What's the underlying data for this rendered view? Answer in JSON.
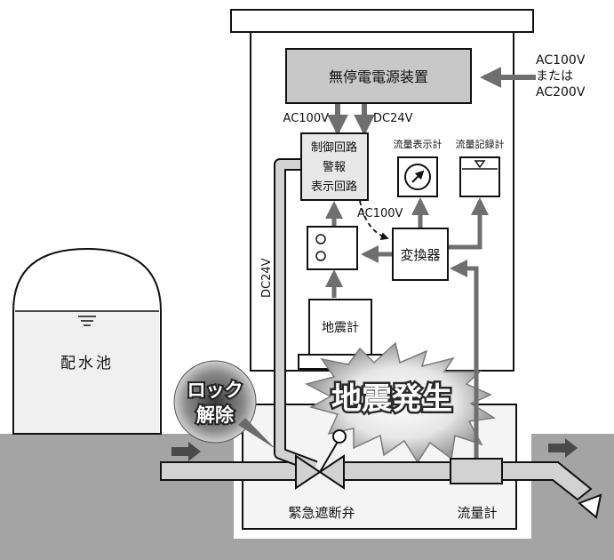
{
  "colors": {
    "ground": "#a4a4a4",
    "pipe": "#d2d2d2",
    "box_fill": "#e8e8e8",
    "arrow": "#6f6f6f",
    "ink": "#111111",
    "burst_dark": "#4a4a4a",
    "cabinet": "#ffffff"
  },
  "ups": {
    "label": "無停電電源装置",
    "input_line1": "AC100V",
    "input_line2": "または",
    "input_line3": "AC200V"
  },
  "supply": {
    "ac": "AC100V",
    "dc": "DC24V"
  },
  "control": {
    "line1": "制御回路",
    "line2": "警報",
    "line3": "表示回路"
  },
  "flow_indicator": {
    "label": "流量表示計",
    "icon": "dial-gauge-icon"
  },
  "flow_recorder": {
    "label": "流量記録計",
    "icon": "recorder-chart-icon"
  },
  "converter": {
    "label": "変換器",
    "power": "AC100V"
  },
  "relay": {
    "icon": "relay-contacts-icon"
  },
  "seismometer": {
    "label": "地震計"
  },
  "dc_line": "DC24V",
  "reservoir": {
    "label": "配水池"
  },
  "lock_release": {
    "line1": "ロック",
    "line2": "解除"
  },
  "earthquake": {
    "label": "地震発生"
  },
  "valve": {
    "label": "緊急遮断弁"
  },
  "flowmeter": {
    "label": "流量計"
  }
}
